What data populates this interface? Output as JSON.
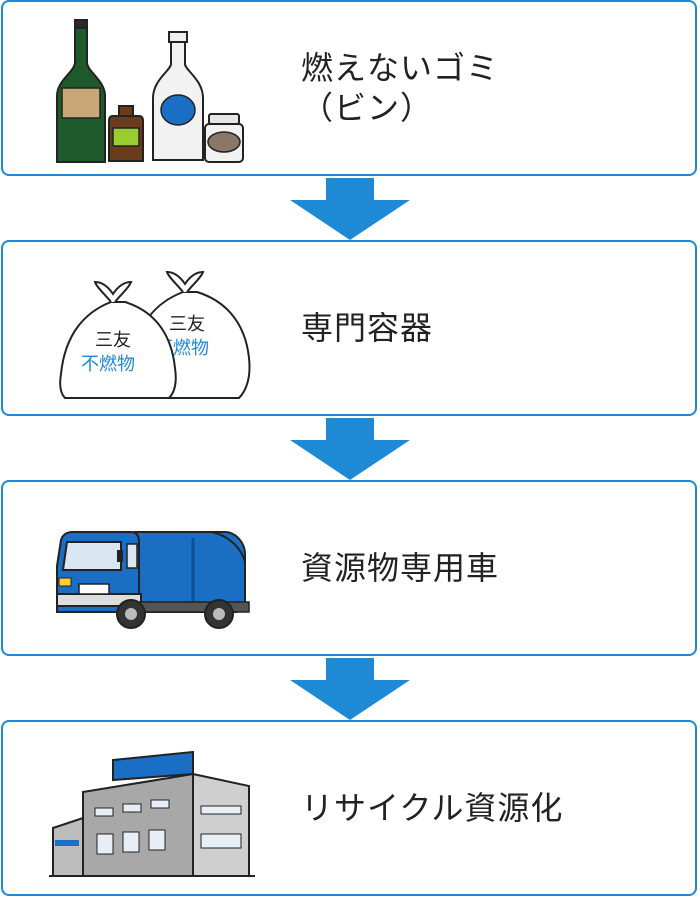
{
  "colors": {
    "border": "#1e8ad6",
    "arrow": "#1e8ad6",
    "text": "#222222"
  },
  "steps": [
    {
      "line1": "燃えないゴミ",
      "line2": "（ビン）",
      "icon": "bottles-icon"
    },
    {
      "line1": "専門容器",
      "line2": "",
      "icon": "garbage-bags-icon"
    },
    {
      "line1": "資源物専用車",
      "line2": "",
      "icon": "garbage-truck-icon"
    },
    {
      "line1": "リサイクル資源化",
      "line2": "",
      "icon": "factory-icon"
    }
  ],
  "bags": {
    "brand": "三友",
    "category": "不燃物"
  }
}
